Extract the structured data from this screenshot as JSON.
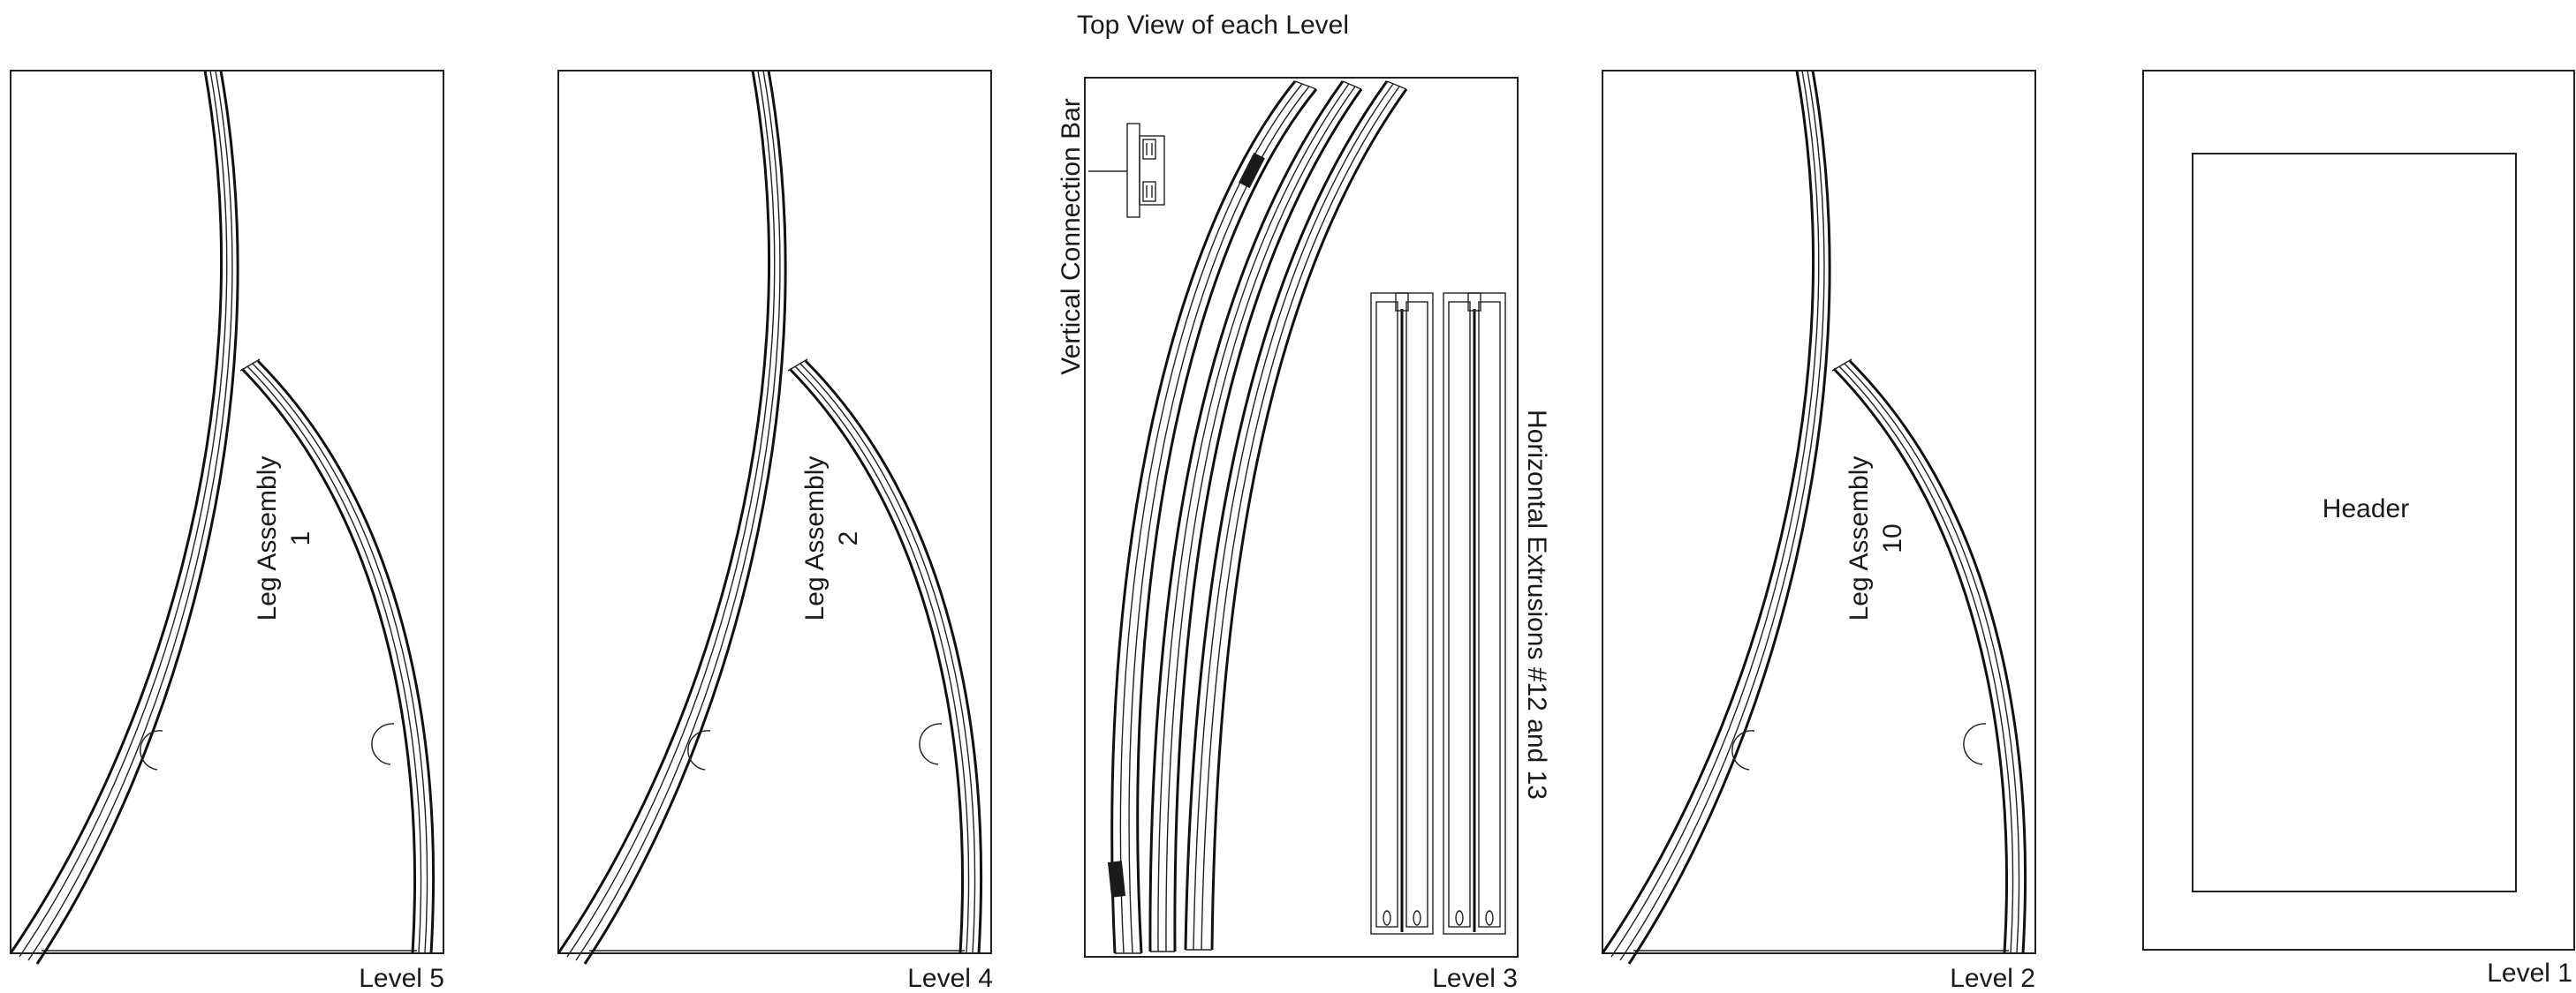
{
  "title": "Top View of each Level",
  "panels": [
    {
      "id": "level5",
      "level_label": "Level 5",
      "assembly_line1": "Leg Assembly",
      "assembly_line2": "1"
    },
    {
      "id": "level4",
      "level_label": "Level 4",
      "assembly_line1": "Leg Assembly",
      "assembly_line2": "2"
    },
    {
      "id": "level3",
      "level_label": "Level 3",
      "vertical_bar_label": "Vertical Connection Bar",
      "extrusions_label": "Horizontal Extrusions #12 and 13"
    },
    {
      "id": "level2",
      "level_label": "Level 2",
      "assembly_line1": "Leg Assembly",
      "assembly_line2": "10"
    },
    {
      "id": "level1",
      "level_label": "Level 1",
      "header_label": "Header"
    }
  ],
  "colors": {
    "line": "#222222",
    "fill_dark": "#1a1a1a",
    "background": "#ffffff"
  }
}
